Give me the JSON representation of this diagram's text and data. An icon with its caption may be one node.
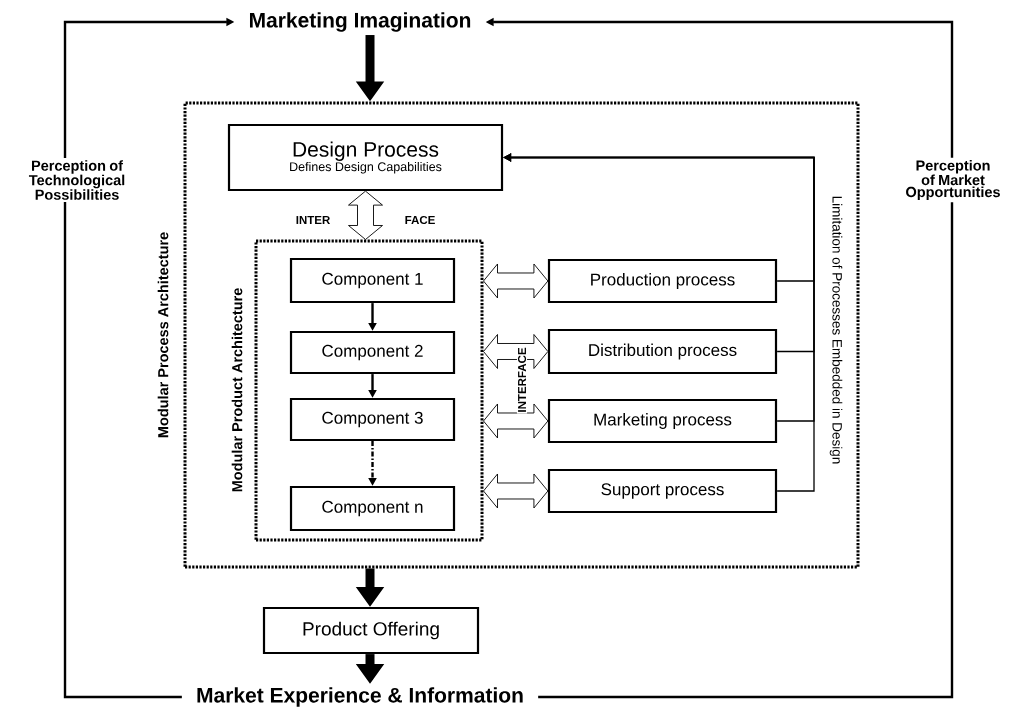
{
  "diagram": {
    "nodes": [
      {
        "text": [
          "Marketing Imagination"
        ]
      },
      {
        "text": [
          "Perception of Technological Possibilities"
        ]
      },
      {
        "text": [
          "Perception of Market Opportunities"
        ]
      },
      {
        "text": [
          "Modular Process Architecture"
        ]
      },
      {
        "text": [
          "Design Process",
          "Defines Design Capabilities"
        ],
        "in": 3
      },
      {
        "text": [
          "Modular Product Architecture"
        ],
        "in": 3
      },
      {
        "text": [
          "Component 1"
        ],
        "in": 5
      },
      {
        "text": [
          "Component 2"
        ],
        "in": 5
      },
      {
        "text": [
          "Component 3"
        ],
        "in": 5
      },
      {
        "text": [
          "Component n"
        ],
        "in": 5
      },
      {
        "text": [
          "Production process"
        ],
        "in": 3
      },
      {
        "text": [
          "Distribution process"
        ],
        "in": 3
      },
      {
        "text": [
          "Marketing process"
        ],
        "in": 3
      },
      {
        "text": [
          "Support process"
        ],
        "in": 3
      },
      {
        "text": [
          "Product Offering"
        ]
      },
      {
        "text": [
          "Market Experience & Information"
        ]
      }
    ],
    "edges": [
      {
        "from": 0,
        "to": 3,
        "arrow": "to",
        "style": "thick"
      },
      {
        "from": 4,
        "to": 5,
        "arrow": "both"
      },
      {
        "from": 5,
        "to": 10,
        "arrow": "both"
      },
      {
        "from": 5,
        "to": 11,
        "arrow": "both"
      },
      {
        "from": 5,
        "to": 12,
        "arrow": "both"
      },
      {
        "from": 5,
        "to": 13,
        "arrow": "both"
      },
      {
        "from": 6,
        "to": 7,
        "arrow": "to"
      },
      {
        "from": 7,
        "to": 8,
        "arrow": "to"
      },
      {
        "from": 8,
        "to": 9,
        "arrow": "to",
        "style": "dashed"
      },
      {
        "from": 10,
        "to": 4,
        "arrow": "to"
      },
      {
        "from": 11,
        "to": 4,
        "arrow": "to"
      },
      {
        "from": 12,
        "to": 4,
        "arrow": "to"
      },
      {
        "from": 13,
        "to": 4,
        "arrow": "to"
      },
      {
        "from": 3,
        "to": 14,
        "arrow": "to",
        "style": "thick"
      },
      {
        "from": 14,
        "to": 15,
        "arrow": "to",
        "style": "thick"
      },
      {
        "from": 15,
        "to": 1,
        "arrow": "none"
      },
      {
        "from": 1,
        "to": 0,
        "arrow": "to"
      },
      {
        "from": 15,
        "to": 2,
        "arrow": "none"
      },
      {
        "from": 2,
        "to": 0,
        "arrow": "to"
      }
    ],
    "labels": [
      "INTER",
      "FACE",
      "INTERFACE",
      "Limitation of Processes Embedded in Design"
    ]
  }
}
